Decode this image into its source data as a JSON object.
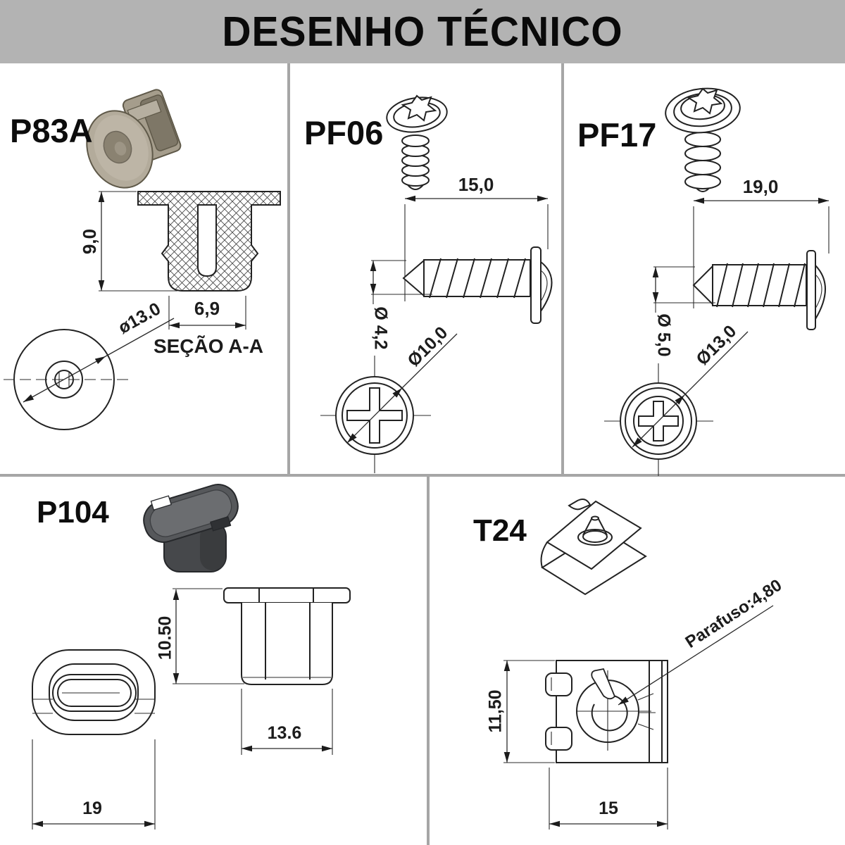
{
  "header": {
    "title": "DESENHO TÉCNICO"
  },
  "colors": {
    "header_bg": "#b3b3b3",
    "divider": "#a6a6a6",
    "line": "#222222",
    "p83a_render_tan": "#b3ab9b",
    "p104_render_gray": "#55575a"
  },
  "panels": {
    "p83a": {
      "label": "P83A",
      "dims": {
        "height": "9,0",
        "inner_width": "6,9",
        "flange_diameter": "ø13.0",
        "section_label": "SEÇÃO A-A"
      }
    },
    "pf06": {
      "label": "PF06",
      "dims": {
        "length": "15,0",
        "shank_diameter": "Ø 4,2",
        "head_diameter": "Ø10,0"
      }
    },
    "pf17": {
      "label": "PF17",
      "dims": {
        "length": "19,0",
        "shank_diameter": "Ø 5,0",
        "head_diameter": "Ø13,0"
      }
    },
    "p104": {
      "label": "P104",
      "dims": {
        "height": "10.50",
        "body_width": "13.6",
        "overall_width": "19"
      }
    },
    "t24": {
      "label": "T24",
      "dims": {
        "screw_note": "Parafuso:4,80",
        "height": "11,50",
        "width": "15"
      }
    }
  }
}
